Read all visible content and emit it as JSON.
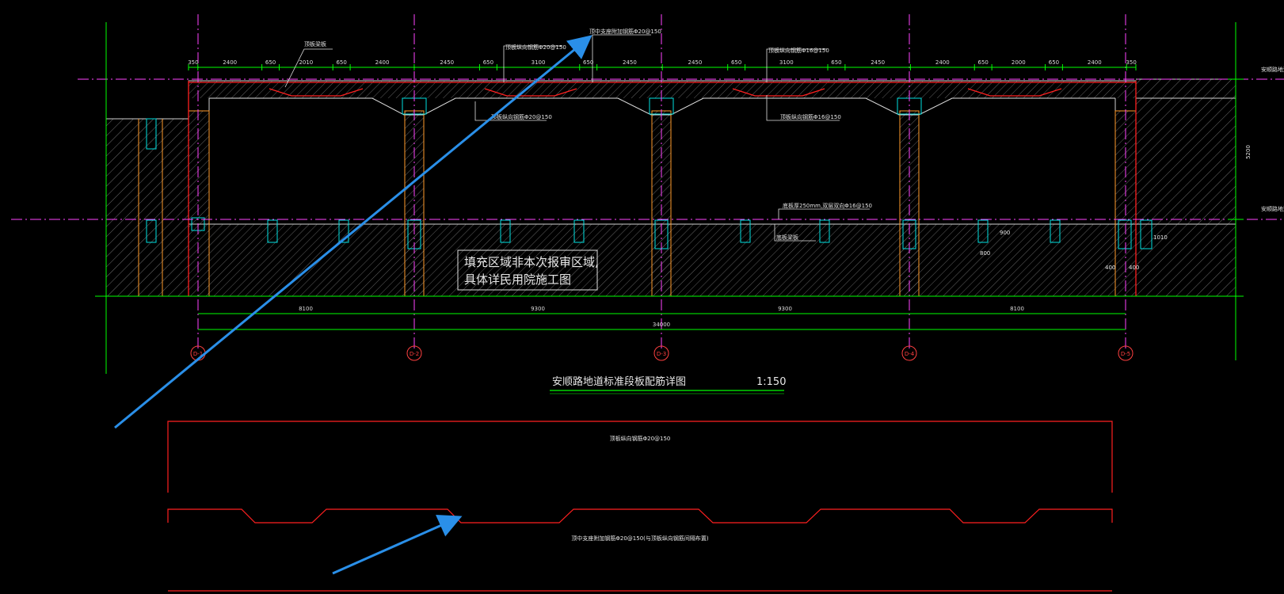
{
  "drawing": {
    "title": "安顺路地道标准段板配筋详图",
    "scale": "1:150",
    "fill_note_line1": "填充区域非本次报审区域,",
    "fill_note_line2": "具体详民用院施工图",
    "top_dims": [
      "350",
      "2400",
      "650",
      "2010",
      "650",
      "2400",
      "2450",
      "650",
      "3100",
      "650",
      "2450",
      "2450",
      "650",
      "3100",
      "650",
      "2450",
      "2400",
      "650",
      "2000",
      "650",
      "2400",
      "350"
    ],
    "bay_dims": [
      "8100",
      "9300",
      "9300",
      "8100"
    ],
    "total_dim": "34000",
    "height_dim": "5200",
    "axes": [
      "D-1",
      "D-2",
      "D-3",
      "D-4",
      "D-5"
    ],
    "labels": {
      "top_left": "顶板梁板",
      "top_mid": "顶板纵向钢筋Φ20@150",
      "top_center": "顶中支座附加钢筋Φ20@150",
      "top_right": "顶板纵向钢筋Φ16@150",
      "mid_left": "顶板纵向钢筋Φ20@150",
      "mid_right": "顶板纵向钢筋Φ16@150",
      "bottom_slab": "底板厚250mm,双层双向Φ16@150",
      "bottom_slab2": "底板梁板",
      "right_top": "安顺路地道",
      "right_mid": "安顺路地道",
      "small_400a": "400",
      "small_400b": "400",
      "small_900": "900",
      "small_800": "800",
      "small_1010": "1010"
    },
    "detail_top_label": "顶板纵向钢筋Φ20@150",
    "detail_bottom_label": "顶中支座附加钢筋Φ20@150(与顶板纵向钢筋间隔布置)",
    "colors": {
      "background": "#000000",
      "gridline": "#ff44ff",
      "concrete": "#c8c8c8",
      "rebar": "#ff2020",
      "dimension": "#00ff00",
      "column": "#ff9a2a",
      "stirrup": "#00e0e0",
      "annotation_arrow": "#2a8fe8",
      "text": "#e8e8e8"
    }
  }
}
